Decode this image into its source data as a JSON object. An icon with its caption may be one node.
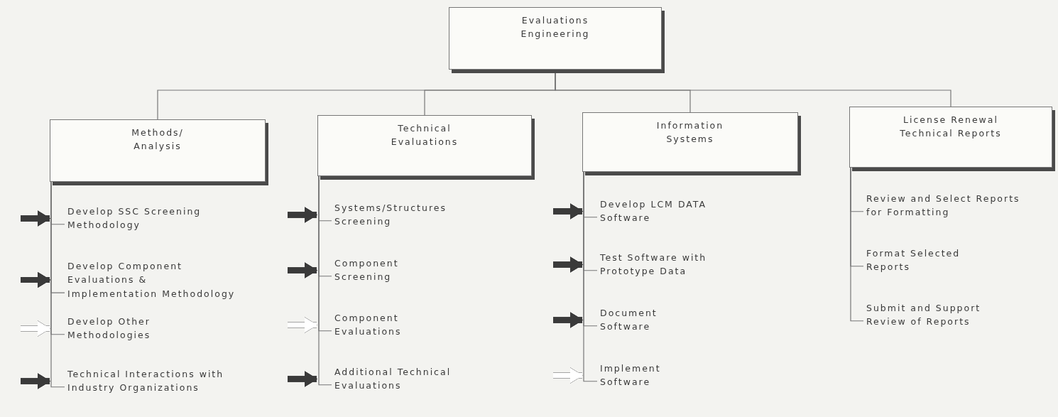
{
  "diagram": {
    "nodes": [
      {
        "text": [
          "Evaluations Engineering"
        ]
      },
      {
        "text": [
          "Methods/ Analysis"
        ]
      },
      {
        "text": [
          "Develop SSC Screening Methodology"
        ]
      },
      {
        "text": [
          "Develop Component Evaluations & Implementation Methodology"
        ]
      },
      {
        "text": [
          "Develop Other Methodologies"
        ]
      },
      {
        "text": [
          "Technical Interactions with Industry Organizations"
        ]
      },
      {
        "text": [
          "Technical Evaluations"
        ]
      },
      {
        "text": [
          "Systems/Structures Screening"
        ]
      },
      {
        "text": [
          "Component Screening"
        ]
      },
      {
        "text": [
          "Component Evaluations"
        ]
      },
      {
        "text": [
          "Additional Technical Evaluations"
        ]
      },
      {
        "text": [
          "Information Systems"
        ]
      },
      {
        "text": [
          "Develop LCM DATA Software"
        ]
      },
      {
        "text": [
          "Test Software with Prototype Data"
        ]
      },
      {
        "text": [
          "Document Software"
        ]
      },
      {
        "text": [
          "Implement Software"
        ]
      },
      {
        "text": [
          "License Renewal Technical Reports"
        ]
      },
      {
        "text": [
          "Review and Select Reports for Formatting"
        ]
      },
      {
        "text": [
          "Format Selected Reports"
        ]
      },
      {
        "text": [
          "Submit and Support Review of Reports"
        ]
      }
    ],
    "edges": [
      {
        "from": 0,
        "to": 1,
        "arrow": "none"
      },
      {
        "from": 0,
        "to": 6,
        "arrow": "none"
      },
      {
        "from": 0,
        "to": 11,
        "arrow": "none"
      },
      {
        "from": 0,
        "to": 16,
        "arrow": "none"
      },
      {
        "from": 1,
        "to": 2,
        "arrow": "none"
      },
      {
        "from": 1,
        "to": 3,
        "arrow": "none"
      },
      {
        "from": 1,
        "to": 4,
        "arrow": "none"
      },
      {
        "from": 1,
        "to": 5,
        "arrow": "none"
      },
      {
        "from": 6,
        "to": 7,
        "arrow": "none"
      },
      {
        "from": 6,
        "to": 8,
        "arrow": "none"
      },
      {
        "from": 6,
        "to": 9,
        "arrow": "none"
      },
      {
        "from": 6,
        "to": 10,
        "arrow": "none"
      },
      {
        "from": 11,
        "to": 12,
        "arrow": "none"
      },
      {
        "from": 11,
        "to": 13,
        "arrow": "none"
      },
      {
        "from": 11,
        "to": 14,
        "arrow": "none"
      },
      {
        "from": 11,
        "to": 15,
        "arrow": "none"
      },
      {
        "from": 16,
        "to": 17,
        "arrow": "none"
      },
      {
        "from": 16,
        "to": 18,
        "arrow": "none"
      },
      {
        "from": 16,
        "to": 19,
        "arrow": "none"
      },
      {
        "from": null,
        "to": 2,
        "arrow": "to",
        "style": "thick"
      },
      {
        "from": null,
        "to": 3,
        "arrow": "to",
        "style": "thick"
      },
      {
        "from": null,
        "to": 4,
        "arrow": "to",
        "style": "thick",
        "color": "#ffffff"
      },
      {
        "from": null,
        "to": 5,
        "arrow": "to",
        "style": "thick"
      },
      {
        "from": null,
        "to": 7,
        "arrow": "to",
        "style": "thick"
      },
      {
        "from": null,
        "to": 8,
        "arrow": "to",
        "style": "thick"
      },
      {
        "from": null,
        "to": 9,
        "arrow": "to",
        "style": "thick",
        "color": "#ffffff"
      },
      {
        "from": null,
        "to": 10,
        "arrow": "to",
        "style": "thick"
      },
      {
        "from": null,
        "to": 12,
        "arrow": "to",
        "style": "thick"
      },
      {
        "from": null,
        "to": 13,
        "arrow": "to",
        "style": "thick"
      },
      {
        "from": null,
        "to": 14,
        "arrow": "to",
        "style": "thick"
      },
      {
        "from": null,
        "to": 15,
        "arrow": "to",
        "style": "thick",
        "color": "#ffffff"
      }
    ]
  }
}
